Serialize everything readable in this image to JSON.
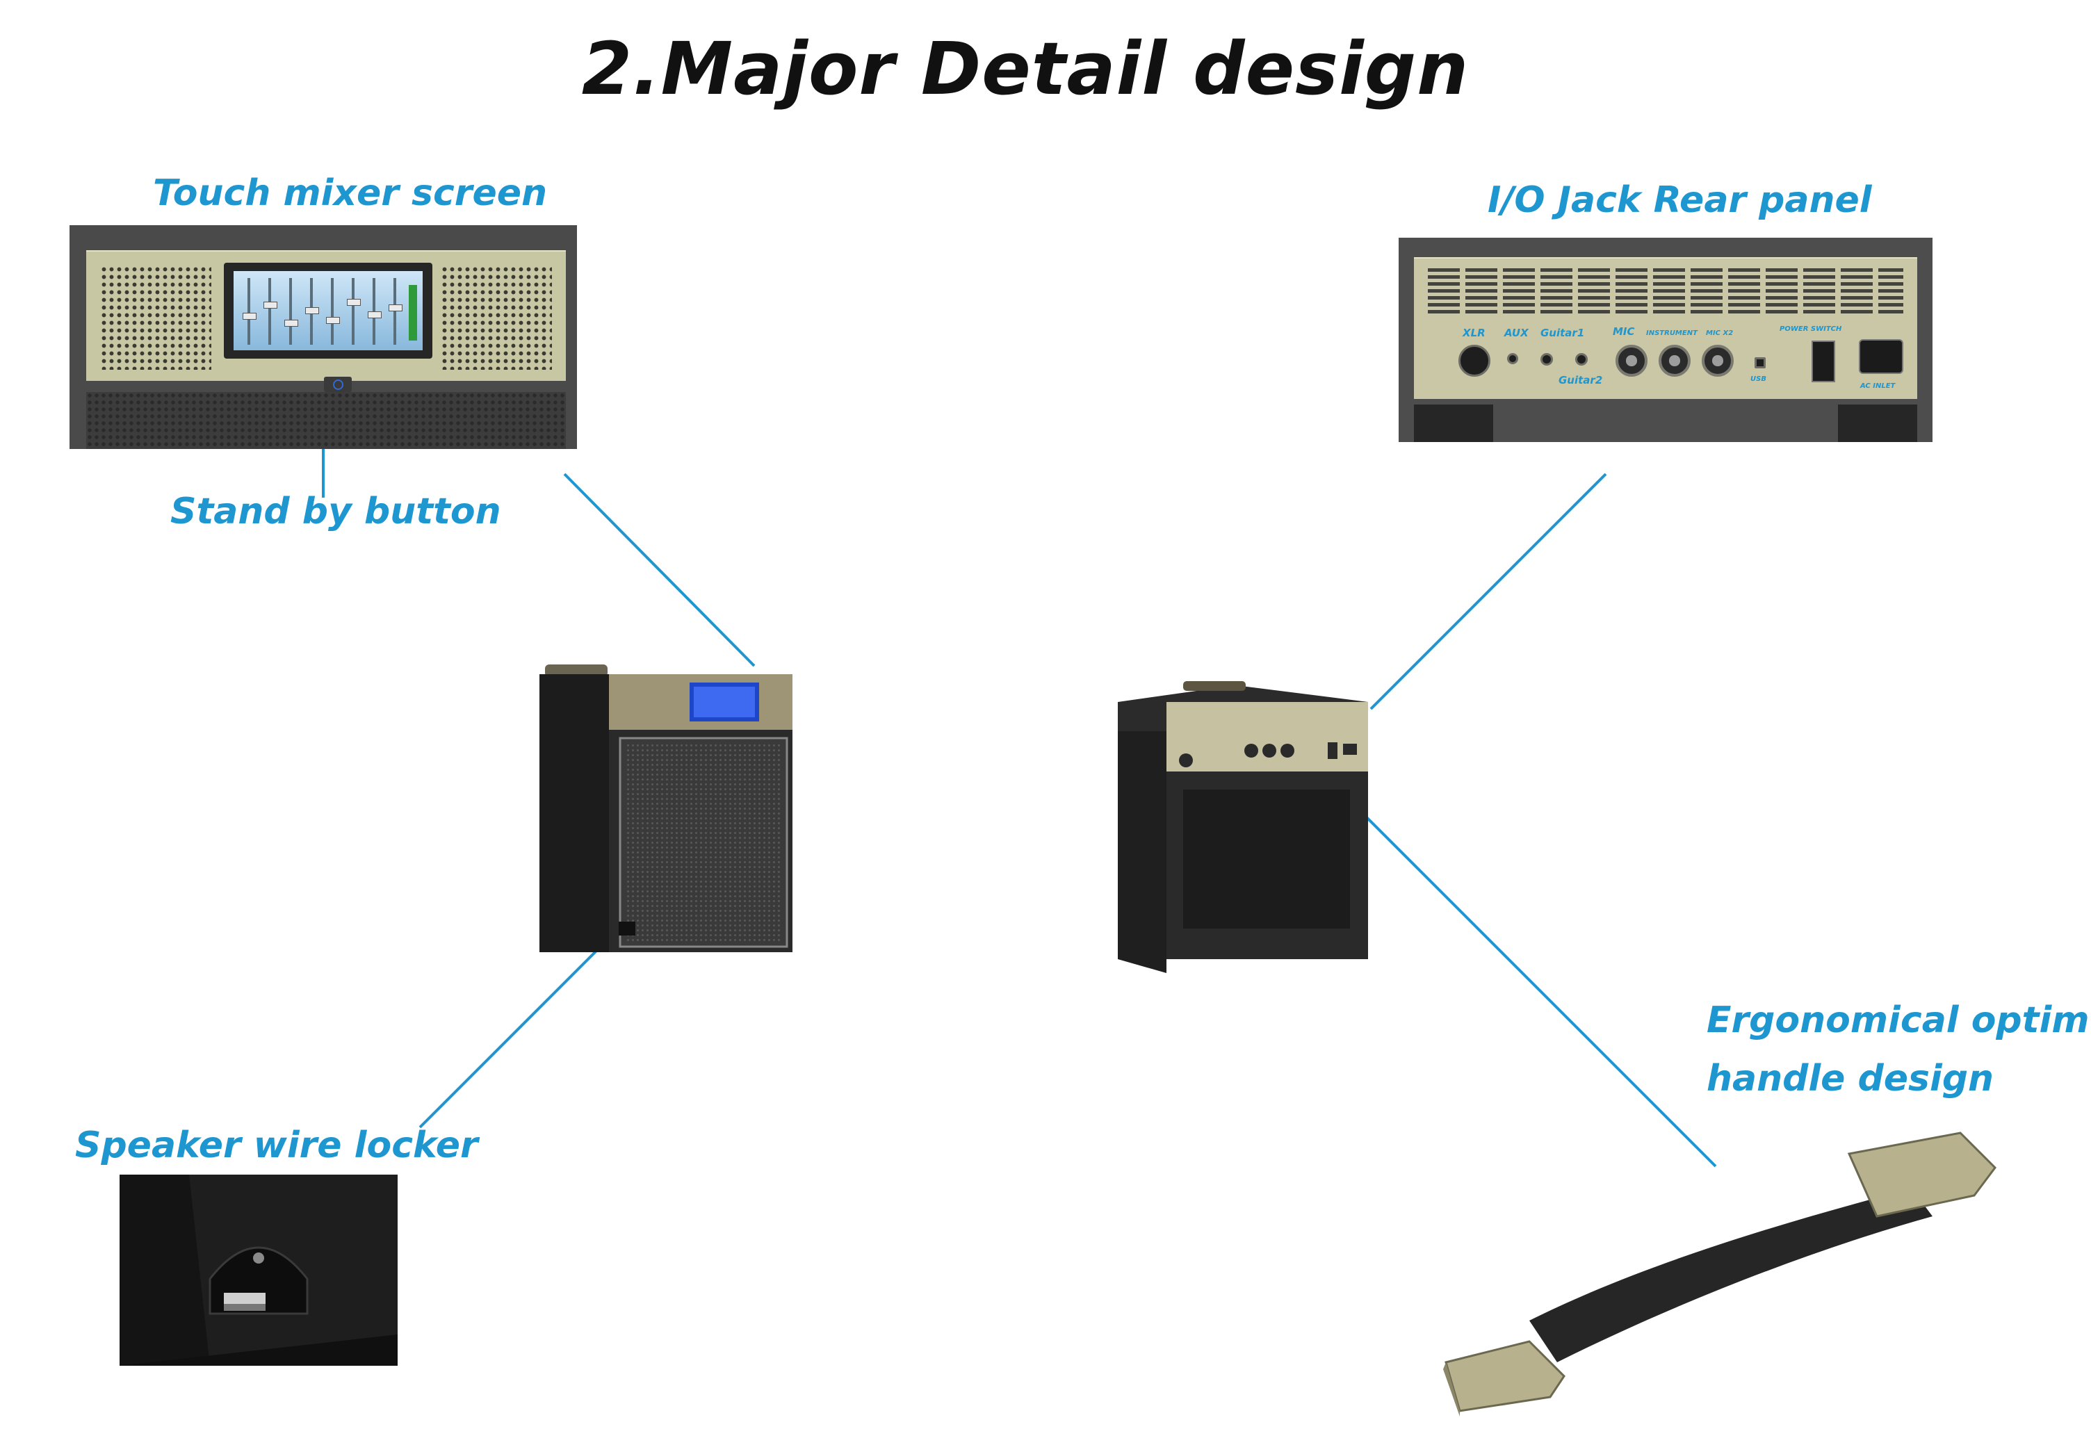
{
  "page": {
    "title": "2.Major Detail design",
    "accent_color": "#1e96cf"
  },
  "callouts": {
    "touch_mixer": "Touch mixer screen",
    "standby_button": "Stand by button",
    "io_panel": "I/O Jack Rear panel",
    "speaker_wire": "Speaker wire locker",
    "handle_line1": "Ergonomical optimum",
    "handle_line2": "handle design"
  },
  "io_panel": {
    "labels": {
      "xlr": "XLR",
      "aux": "AUX",
      "guitar1": "Guitar1",
      "guitar2": "Guitar2",
      "mic": "MIC",
      "instrument": "INSTRUMENT",
      "mic_x2": "MIC X2",
      "usb": "USB",
      "power_switch": "POWER SWITCH",
      "ac_inlet": "AC INLET"
    }
  },
  "images": {
    "touch_mixer": "touch-mixer-closeup",
    "io_panel": "rear-io-panel-closeup",
    "front_speaker": "speaker-front-render",
    "rear_speaker": "speaker-rear-render",
    "wire_locker": "speaker-wire-locker-closeup",
    "handle": "ergonomic-handle-render"
  }
}
